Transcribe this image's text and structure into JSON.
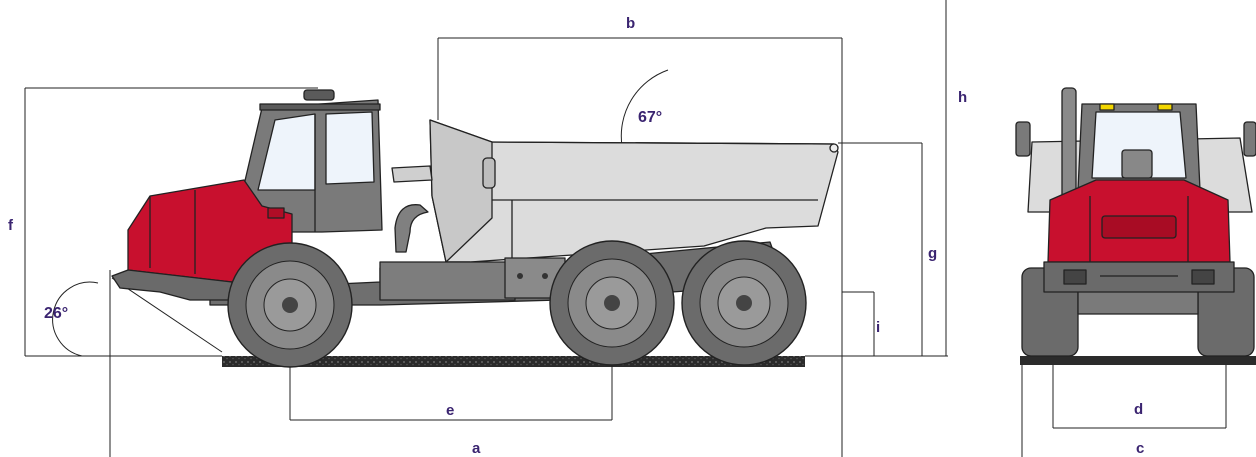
{
  "labels": {
    "a": "a",
    "b": "b",
    "c": "c",
    "d": "d",
    "e": "e",
    "f": "f",
    "g": "g",
    "h": "h",
    "i": "i"
  },
  "angles": {
    "dump": "67°",
    "approach": "26°"
  },
  "colors": {
    "cab_red": "#c8102e",
    "body_grey": "#d9d9d9",
    "chassis_grey": "#7a7a7a",
    "tyre_grey": "#6b6b6b",
    "label": "#3a2470",
    "ground": "#2b2b2b"
  }
}
